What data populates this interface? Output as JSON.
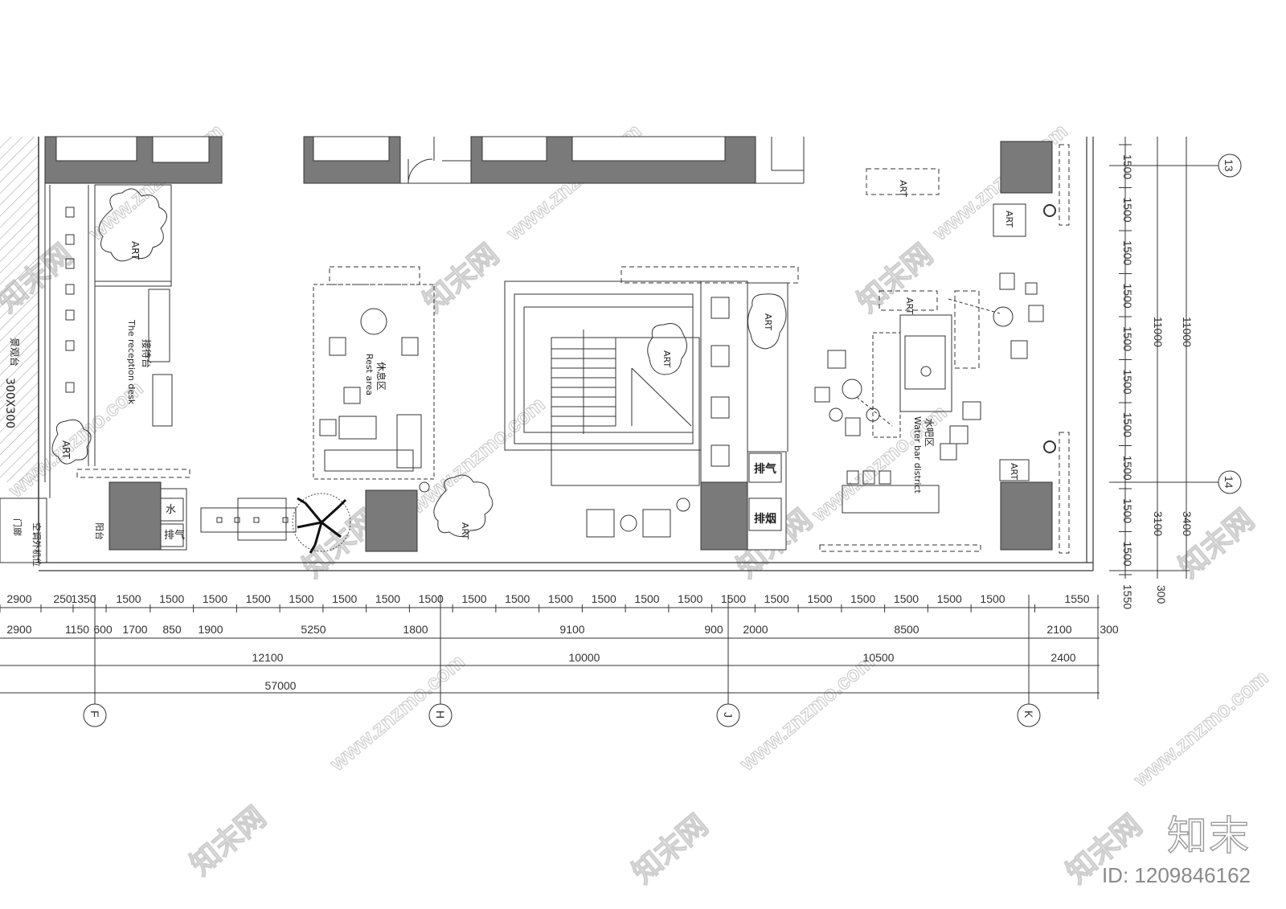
{
  "watermarks": {
    "site": "www.znzmo.com",
    "brand_cn": "知末网"
  },
  "brand": "知末",
  "image_id": "ID: 1209846162",
  "grid_axes": {
    "bottom": [
      "F",
      "H",
      "J",
      "K"
    ],
    "right": [
      "13",
      "14"
    ]
  },
  "dims": {
    "row1": [
      "2900",
      "250",
      "1350",
      "1500",
      "1500",
      "1500",
      "1500",
      "1500",
      "1500",
      "1500",
      "1500",
      "1500",
      "1500",
      "1500",
      "1500",
      "1500",
      "1500",
      "1500",
      "1500",
      "1500",
      "1500",
      "1500",
      "1500",
      "1500",
      "1550"
    ],
    "row2": [
      "2900",
      "1150",
      "600",
      "1700",
      "850",
      "1900",
      "5250",
      "1800",
      "9100",
      "900",
      "2000",
      "8500",
      "2100",
      "300"
    ],
    "row3": [
      "12100",
      "10000",
      "10500",
      "2400"
    ],
    "row4": [
      "57000"
    ],
    "right1": [
      "1500",
      "1500",
      "1500",
      "1500",
      "1500",
      "1500",
      "1500",
      "1500",
      "1500",
      "1500",
      "1550"
    ],
    "right2": [
      "11000",
      "3100",
      "300"
    ],
    "right3": [
      "11000",
      "3400"
    ]
  },
  "labels": {
    "reception_cn": "接待台",
    "reception_en": "The reception desk",
    "rest_cn": "休息区",
    "rest_en": "Rest area",
    "water_cn": "水吧区",
    "water_en": "Water bar district",
    "art": "ART",
    "exhaust": "排气",
    "smoke": "排烟",
    "water": "水",
    "platform": "阳台",
    "left_note1": "景观台",
    "left_note2": "300X300",
    "ac_note": "空调外机位",
    "door_note": "门廊"
  }
}
